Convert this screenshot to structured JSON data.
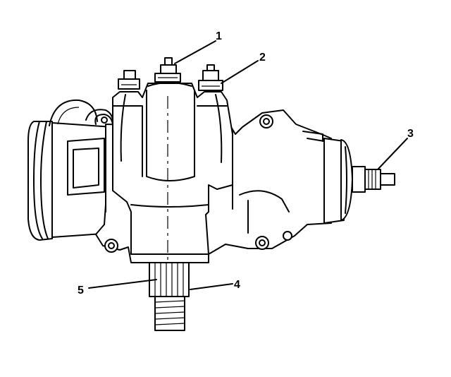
{
  "diagram": {
    "subject": "steering-gear-assembly",
    "callouts": [
      {
        "id": "callout-1",
        "label": "1"
      },
      {
        "id": "callout-2",
        "label": "2"
      },
      {
        "id": "callout-3",
        "label": "3"
      },
      {
        "id": "callout-4",
        "label": "4"
      },
      {
        "id": "callout-5",
        "label": "5"
      }
    ],
    "colors": {
      "line": "#000000",
      "background": "#ffffff"
    }
  }
}
